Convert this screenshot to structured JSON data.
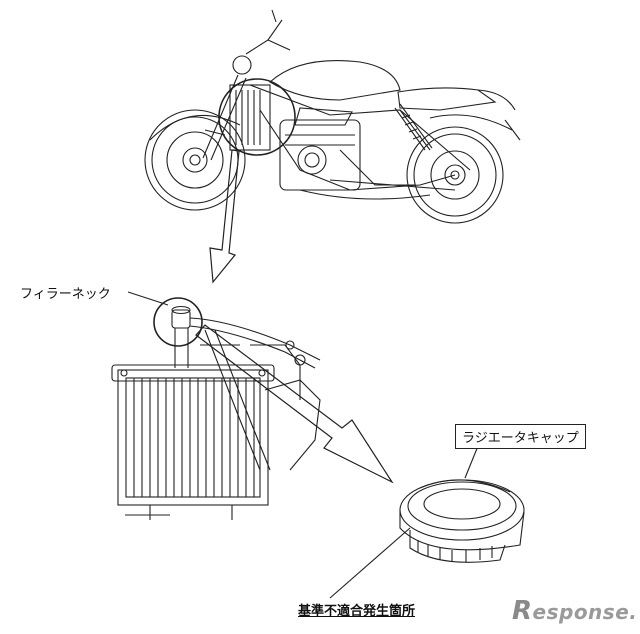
{
  "labels": {
    "filler_neck": "フィラーネック",
    "radiator_cap": "ラジエータキャップ",
    "defect_location": "基準不適合発生箇所"
  },
  "watermark": {
    "text": "esponse.",
    "initial": "R"
  }
}
